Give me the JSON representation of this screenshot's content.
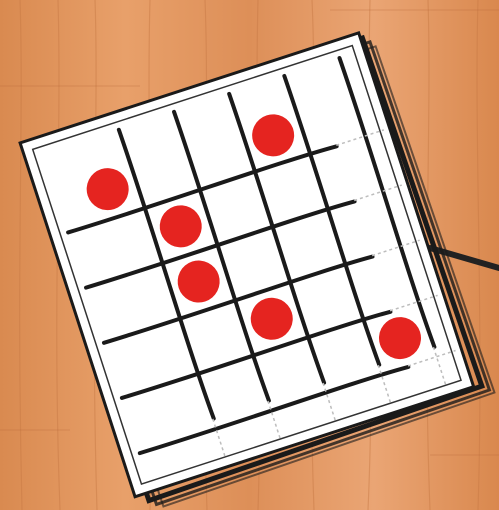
{
  "game": {
    "type": "dot-grid-puzzle",
    "grid": {
      "columns": 5,
      "rows": 5
    },
    "dots": [
      {
        "row": 0,
        "col": 0
      },
      {
        "row": 0,
        "col": 3
      },
      {
        "row": 1,
        "col": 1
      },
      {
        "row": 2,
        "col": 1
      },
      {
        "row": 3,
        "col": 2
      },
      {
        "row": 4,
        "col": 4
      }
    ]
  },
  "colors": {
    "table_wood": "#e3965d",
    "table_wood_dark": "#c8743a",
    "paper": "#ffffff",
    "paper_shadow": "#1a1a1a",
    "grid_ink": "#1a1a1a",
    "faint_ink": "#bdbdbd",
    "dot": "#e52420",
    "pencil": "#222222"
  },
  "icons": {
    "dot": "red-circle-marker",
    "pencil": "pencil-icon"
  }
}
